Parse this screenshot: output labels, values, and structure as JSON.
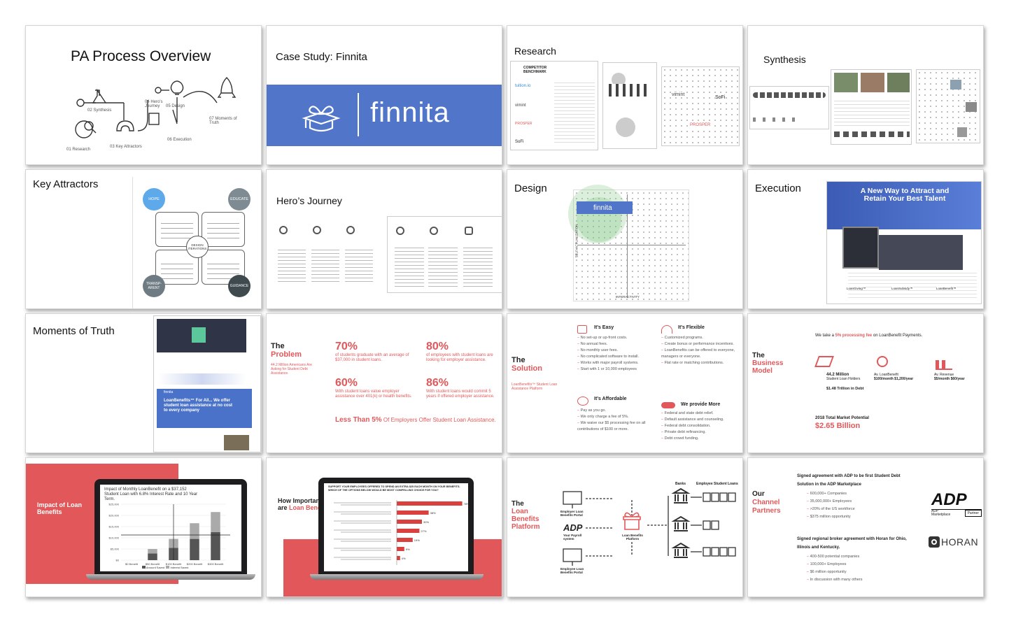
{
  "slides": {
    "s1": {
      "title": "PA Process Overview",
      "steps": [
        "01 Research",
        "02 Synthesis",
        "03 Key Attractors",
        "04 Hero's Journey",
        "05 Design",
        "06 Execution",
        "07 Moments of Truth"
      ]
    },
    "s2": {
      "title": "Case Study: Finnita",
      "brand": "finnita"
    },
    "s3": {
      "title": "Research",
      "doc_label": "COMPETITOR BENCHMARK",
      "logos": [
        "tuition.io",
        "vimint",
        "PROSPER",
        "SoFi"
      ]
    },
    "s4": {
      "title": "Synthesis"
    },
    "s5": {
      "title": "Key Attractors",
      "nodes": [
        "HOPE",
        "EDUCATE",
        "TRANSP-ARENT",
        "GUIDANCE",
        "DESIGN ITERATIONS"
      ]
    },
    "s6": {
      "title": "Hero’s Journey"
    },
    "s7": {
      "title": "Design",
      "brand": "finnita",
      "xaxis": "INTERACTIVITY",
      "yaxis": "SELF-ACTUALIZATION"
    },
    "s8": {
      "title": "Execution",
      "headline": "A New Way to Attract and Retain Your Best Talent",
      "products": [
        "LoanGiving™",
        "LoanSubsidy™",
        "LoanBenefit™"
      ]
    },
    "s9": {
      "title": "Moments of Truth",
      "brand": "finnita",
      "hero_text": "LoanBenefits™ For All... We offer student loan assistance at no cost to every company"
    },
    "s10": {
      "label_1": "The",
      "label_2": "Problem",
      "sub": "44.2 Million Americans Are Asking for Student Debt Assistance.",
      "stats": [
        {
          "value": "70%",
          "text": "of students graduate with an average of $37,000 in student loans."
        },
        {
          "value": "80%",
          "text": "of employees with student loans are looking for employer assistance."
        },
        {
          "value": "60%",
          "text": "With student loans value employer assistance over 401(k) or health benefits."
        },
        {
          "value": "86%",
          "text": "With student loans would commit 5 years if offered employer assistance."
        }
      ],
      "footer_red": "Less Than 5%",
      "footer_rest": " Of Employers Offer Student Loan Assistance."
    },
    "s11": {
      "label_1": "The",
      "label_2": "Solution",
      "sub": "LoanBenefits™ Student Loan Assistance Platform",
      "cols": [
        {
          "head": "It’s Easy",
          "items": [
            "No set-up or up-front costs.",
            "No annual fees.",
            "No monthly user fees.",
            "No complicated software to install.",
            "Works with major payroll systems.",
            "Start with 1 or 10,000 employees"
          ]
        },
        {
          "head": "It’s Flexible",
          "items": [
            "Customized programs.",
            "Create bonus or performance incentives.",
            "LoanBenefits can be offered to everyone, managers or everyone.",
            "Flat rate or matching contributions."
          ]
        },
        {
          "head": "It’s Affordable",
          "items": [
            "Pay as you go.",
            "We only charge a fee of 5%.",
            "We waive our $5 processing fee on all contributions of $100 or more."
          ]
        },
        {
          "head": "We provide More",
          "items": [
            "Federal and state debt relief.",
            "Default assistance and counseling.",
            "Federal debt consolidation.",
            "Private debt refinancing.",
            "Debt crowd funding."
          ]
        }
      ]
    },
    "s12": {
      "label_1": "The",
      "label_2": "Business Model",
      "headline_pre": "We take a ",
      "headline_red": "5% processing fee",
      "headline_post": " on LoanBenefit Payments.",
      "items": [
        {
          "big": "44.2 Million",
          "text": "Student Loan Holders"
        },
        {
          "big": "Av. LoanBenefit",
          "text": "$100/month $1,200/year"
        },
        {
          "big": "Av. Revenue",
          "text": "$5/month $60/year"
        }
      ],
      "debt": "$1.48 Trillion in Debt",
      "market_label": "2018 Total Market Potential",
      "market_value": "$2.65 Billion"
    },
    "s13": {
      "label": "Impact of Loan Benefits",
      "chart_title": "Impact of Monthly LoanBenefit on a $37,152 Student Loan with 6.8% Interest Rate and 10 Year Term.",
      "legend": [
        "Amount Saved",
        "Interest Saved"
      ]
    },
    "s14": {
      "label_1": "How Important",
      "label_2": "are ",
      "label_3": "Loan Benefits ?",
      "chart_title": "SUPPORT YOUR EMPLOYEES OFFERED TO SPEND AN EXTRA $25 EACH MONTH ON YOUR BENEFITS. WHICH OF THE OPTIONS BELOW WOULD BE MOST COMPELLING CHOICE FOR YOU?"
    },
    "s15": {
      "label_1": "The",
      "label_2": "Loan Benefits Platform",
      "nodes": [
        "Employer Loan Benefits Portal",
        "Your Payroll system",
        "Employee Loan Benefits Portal",
        "Loan Benefits Platform"
      ],
      "cols": [
        "Banks",
        "Employee Student Loans"
      ]
    },
    "s16": {
      "label_1": "Our",
      "label_2": "Channel Partners",
      "p1_head": "Signed agreement with ADP to be first Student Debt Solution in the ADP Marketplace",
      "p1_items": [
        "600,000+ Companies",
        "35,000,000+ Employees",
        ">20% of the US workforce",
        "$375 million opportunity"
      ],
      "p2_head": "Signed regional broker agreement with Horan for Ohio, Illinois and Kentucky.",
      "p2_items": [
        "400-500 potential companies",
        "100,000+ Employees",
        "$6 million opportunity",
        "In discussion with many others"
      ],
      "adp": "ADP",
      "adp_sub": "ADP Marketplace",
      "adp_badge": "Partner",
      "horan": "HORAN"
    }
  },
  "chart_data": [
    {
      "type": "bar",
      "title": "Impact of Monthly LoanBenefit on a $37,152 Student Loan with 6.8% Interest Rate and 10 Year Term.",
      "categories": [
        "$0 Benefit",
        "$50 Benefit",
        "$100 Benefit",
        "$200 Benefit",
        "$300 Benefit"
      ],
      "series": [
        {
          "name": "Amount Saved",
          "values": [
            0,
            3000,
            5500,
            9500,
            12500
          ]
        },
        {
          "name": "Interest Saved",
          "values": [
            0,
            2000,
            4000,
            7000,
            9000
          ]
        }
      ],
      "ylim": [
        0,
        25000
      ]
    },
    {
      "type": "bar",
      "orientation": "horizontal",
      "title": "SUPPORT YOUR EMPLOYEES OFFERED TO SPEND AN EXTRA $25 EACH MONTH ON YOUR BENEFITS. WHICH OF THE OPTIONS BELOW WOULD BE MOST COMPELLING CHOICE FOR YOU?",
      "values": [
        78,
        38,
        30,
        27,
        19,
        9,
        4
      ],
      "xlim": [
        0,
        80
      ]
    }
  ],
  "colors": {
    "accent_red": "#e2585a",
    "brand_blue": "#5176c9",
    "dark_teal": "#3f4a4f",
    "light_blue": "#5da9e9"
  }
}
